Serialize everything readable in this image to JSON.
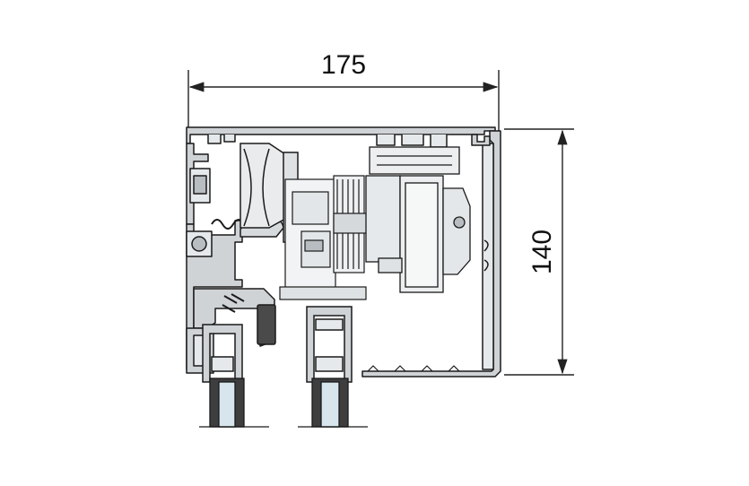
{
  "dimensions": {
    "width_label": "175",
    "height_label": "140"
  },
  "colors": {
    "background": "#ffffff",
    "aluminium": "#cfd3d6",
    "aluminium_light": "#e6e9eb",
    "outline": "#1a1a1a",
    "dimension_line": "#222222",
    "seal": "#4a4a4a",
    "glass": "#d7e6ec",
    "motor": "#eceeef"
  },
  "parts": {
    "housing": "housing-profile",
    "motor": "drive-motor",
    "belt_pulley": "toothed-belt-pulley",
    "carriage_wheel": "carriage-wheel",
    "door_leaves": "sliding-door-leaves",
    "glazing_seals": "glazing-gaskets"
  }
}
